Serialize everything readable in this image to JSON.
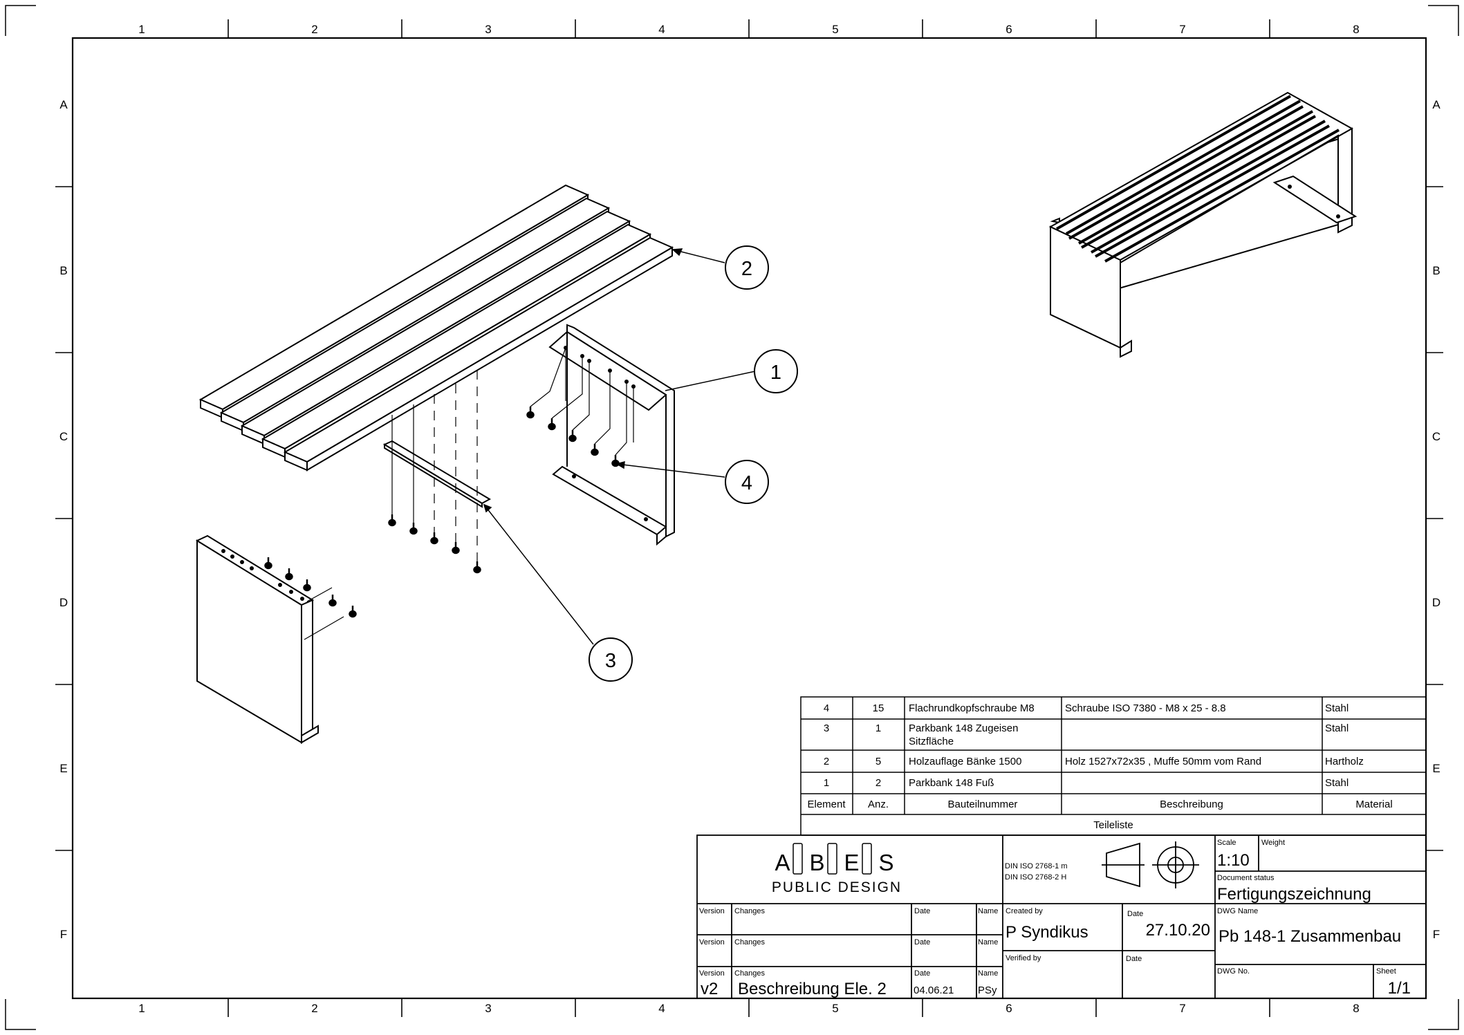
{
  "grid": {
    "columns": [
      "1",
      "2",
      "3",
      "4",
      "5",
      "6",
      "7",
      "8"
    ],
    "rows": [
      "A",
      "B",
      "C",
      "D",
      "E",
      "F"
    ]
  },
  "balloons": [
    "1",
    "2",
    "3",
    "4"
  ],
  "parts_list": {
    "rows": [
      {
        "element": "4",
        "qty": "15",
        "part": "Flachrundkopfschraube M8",
        "part2": "",
        "description": "Schraube ISO 7380 - M8 x 25 - 8.8",
        "material": "Stahl"
      },
      {
        "element": "3",
        "qty": "1",
        "part": "Parkbank 148 Zugeisen",
        "part2": "Sitzfläche",
        "description": "",
        "material": "Stahl"
      },
      {
        "element": "2",
        "qty": "5",
        "part": "Holzauflage Bänke 1500",
        "part2": "",
        "description": "Holz 1527x72x35 , Muffe 50mm vom Rand",
        "material": "Hartholz"
      },
      {
        "element": "1",
        "qty": "2",
        "part": "Parkbank 148 Fuß",
        "part2": "",
        "description": "",
        "material": "Stahl"
      }
    ],
    "headers": {
      "element": "Element",
      "qty": "Anz.",
      "part": "Bauteilnummer",
      "description": "Beschreibung",
      "material": "Material"
    },
    "caption": "Teileliste"
  },
  "title_block": {
    "logo_letters": [
      "A",
      "B",
      "E",
      "S"
    ],
    "logo_sub": "PUBLIC DESIGN",
    "standards": [
      "DIN ISO 2768-1 m",
      "DIN ISO 2768-2 H"
    ],
    "scale_label": "Scale",
    "scale": "1:10",
    "weight_label": "Weight",
    "doc_status_label": "Document status",
    "doc_status": "Fertigungszeichnung",
    "created_by_label": "Created by",
    "created_by": "P Syndikus",
    "date_label": "Date",
    "created_date": "27.10.20",
    "verified_by_label": "Verified by",
    "dwg_name_label": "DWG Name",
    "dwg_name": "Pb 148-1 Zusammenbau",
    "dwg_no_label": "DWG No.",
    "sheet_label": "Sheet",
    "sheet": "1/1",
    "revisions": [
      {
        "version_label": "Version",
        "changes_label": "Changes",
        "date_label": "Date",
        "name_label": "Name",
        "version": "",
        "changes": "",
        "date": "",
        "name": ""
      },
      {
        "version_label": "Version",
        "changes_label": "Changes",
        "date_label": "Date",
        "name_label": "Name",
        "version": "",
        "changes": "",
        "date": "",
        "name": ""
      },
      {
        "version_label": "Version",
        "changes_label": "Changes",
        "date_label": "Date",
        "name_label": "Name",
        "version": "v2",
        "changes": "Beschreibung Ele. 2",
        "date": "04.06.21",
        "name": "PSy"
      }
    ]
  }
}
